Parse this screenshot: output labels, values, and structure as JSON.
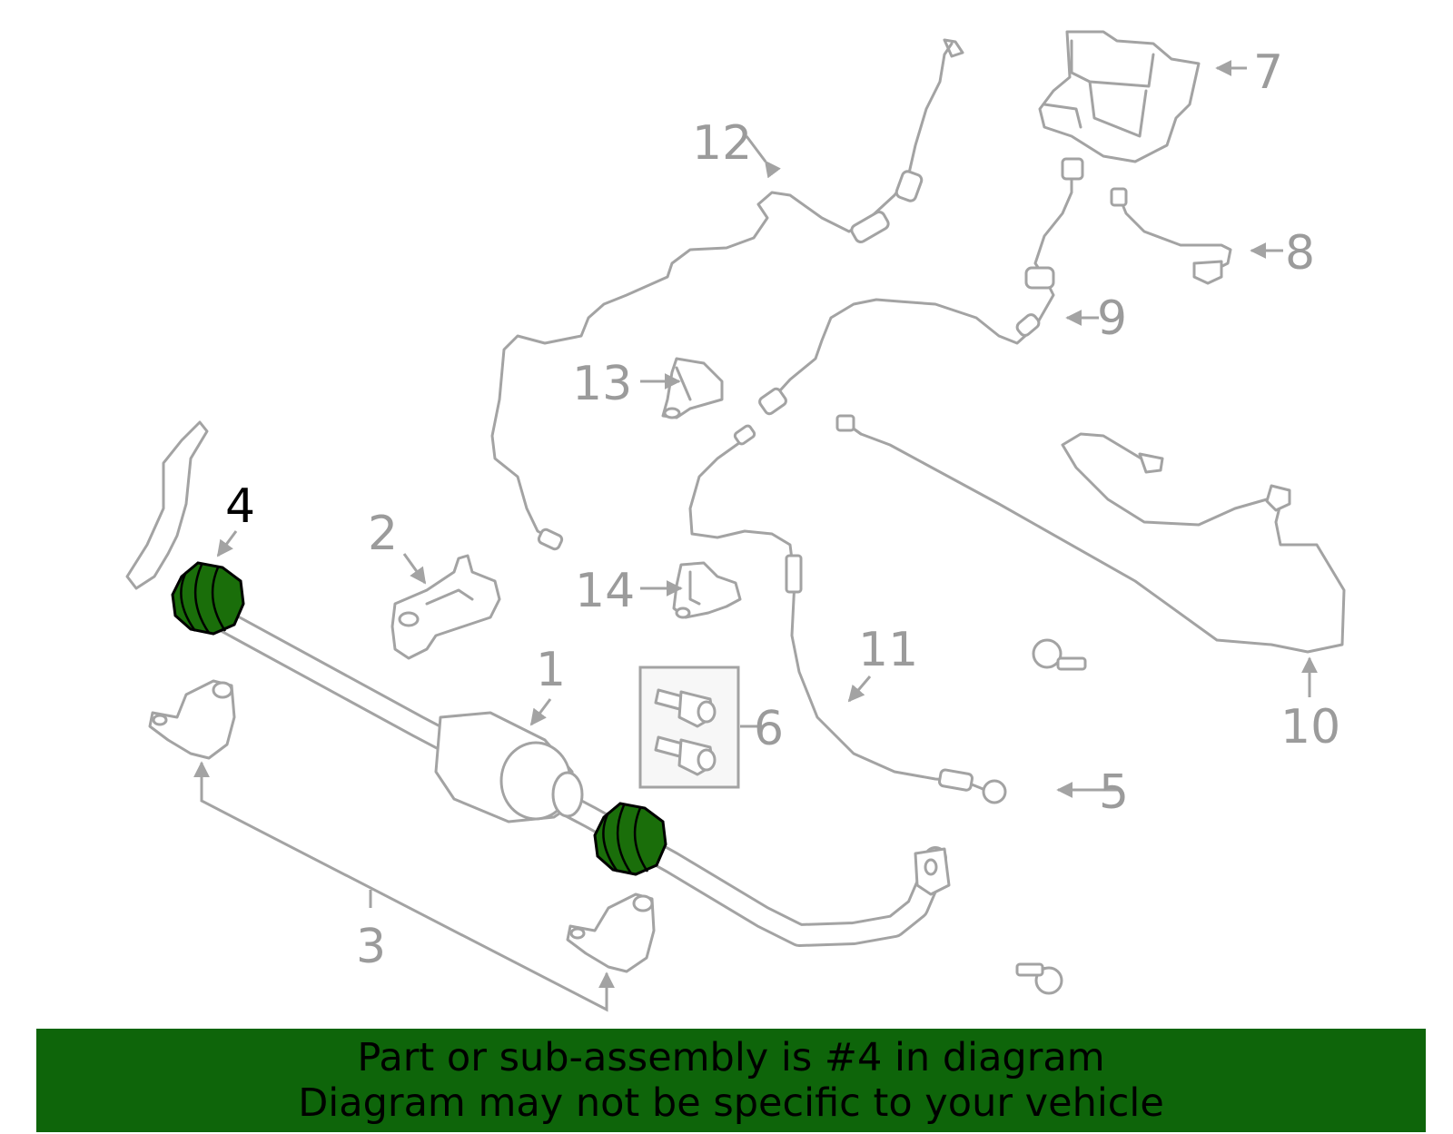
{
  "callouts": {
    "c1": "1",
    "c2": "2",
    "c3": "3",
    "c4": "4",
    "c5": "5",
    "c6": "6",
    "c7": "7",
    "c8": "8",
    "c9": "9",
    "c10": "10",
    "c11": "11",
    "c12": "12",
    "c13": "13",
    "c14": "14"
  },
  "highlighted_part": "4",
  "colors": {
    "highlight": "#1a6e0a",
    "banner": "#0e650a",
    "line_art": "#a3a3a3",
    "callout_text": "#9b9b9b"
  },
  "banner": {
    "line1": "Part or sub-assembly is #4 in diagram",
    "line2": "Diagram may not be specific to your vehicle"
  }
}
